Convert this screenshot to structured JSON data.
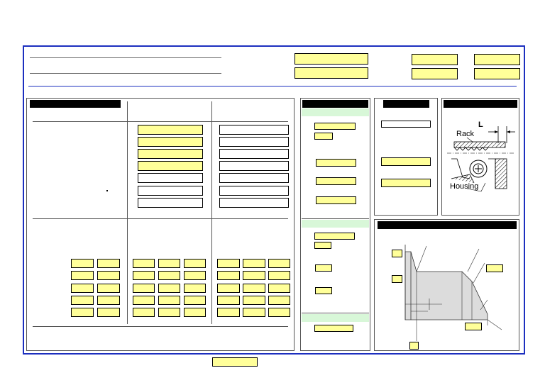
{
  "diagram": {
    "rack_label": "Rack",
    "housing_label": "Housing",
    "dimension_label": "L"
  },
  "colors": {
    "frame": "#1c2fbf",
    "field_fill": "#ffff99",
    "band": "#d8f7d8",
    "header": "#000000"
  }
}
